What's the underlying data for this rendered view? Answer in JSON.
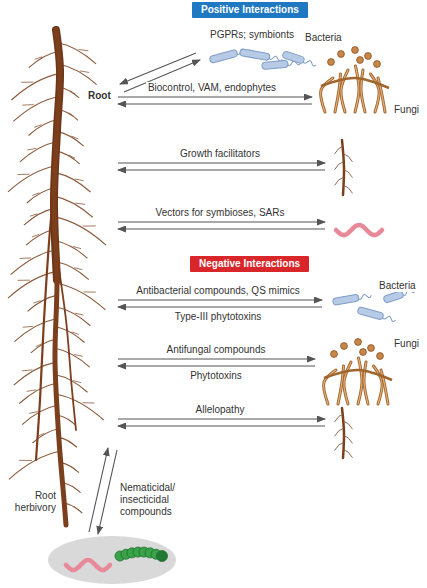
{
  "diagram": {
    "nodes": [
      {
        "text": [
          "Positive Interactions"
        ]
      },
      {
        "text": [
          "Negative Interactions"
        ]
      }
    ],
    "labels": [
      "Root",
      "PGPRs; symbionts",
      "Bacteria",
      "Biocontrol, VAM, endophytes",
      "Fungi",
      "Growth facilitators",
      "Vectors for symbioses, SARs",
      "Antibacterial compounds, QS mimics",
      "Bacteria",
      "Type-III phytotoxins",
      "Antifungal compounds",
      "Fungi",
      "Phytotoxins",
      "Allelopathy",
      "Nematicidal/ insecticidal compounds",
      "Root herbivory"
    ]
  }
}
